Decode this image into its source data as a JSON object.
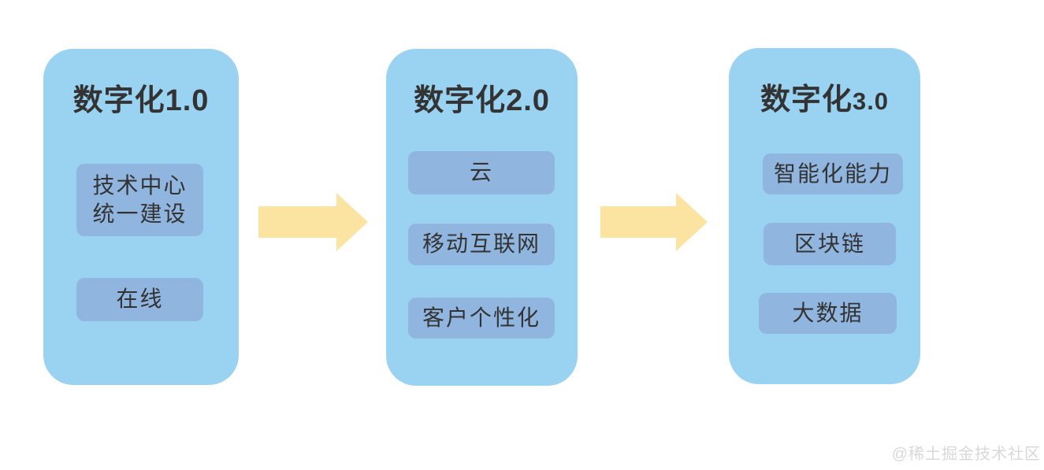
{
  "diagram": {
    "columns": [
      {
        "title_main": "数字化",
        "title_suffix": "1.0",
        "items": [
          "技术中心\n统一建设",
          "在线"
        ]
      },
      {
        "title_main": "数字化",
        "title_suffix": "2.0",
        "items": [
          "云",
          "移动互联网",
          "客户个性化"
        ]
      },
      {
        "title_main": "数字化",
        "title_suffix": "3.0",
        "items": [
          "智能化能力",
          "区块链",
          "大数据"
        ]
      }
    ]
  },
  "watermark": {
    "text": "@稀土掘金技术社区"
  },
  "colors": {
    "page_bg": "#ffffff",
    "card_bg": "#9ad2f2",
    "item_bg": "#90b6e0",
    "arrow": "#fbe3a2",
    "title_text": "#333333",
    "item_text": "#333333",
    "watermark_text": "#d8d8d8"
  }
}
